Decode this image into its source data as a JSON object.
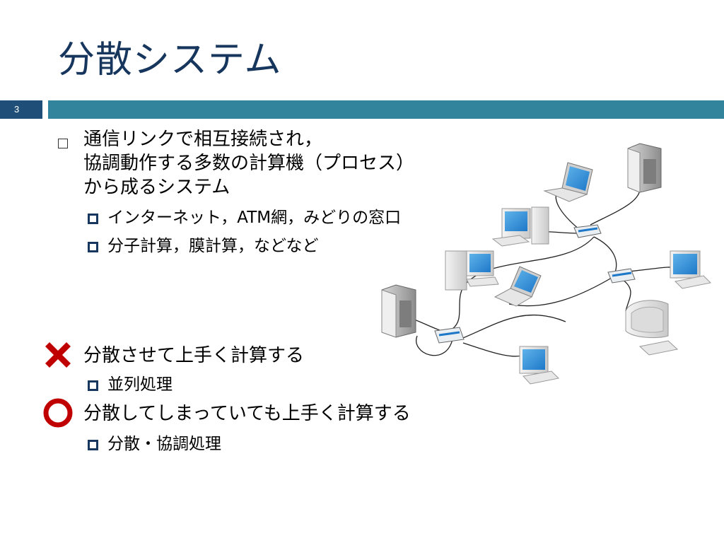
{
  "slide": {
    "title": "分散システム",
    "page_number": "3",
    "bullets": {
      "main1_line1": "通信リンクで相互接続され，",
      "main1_line2": "協調動作する多数の計算機（プロセス）",
      "main1_line3": "から成るシステム",
      "sub1": "インターネット，ATM網，みどりの窓口",
      "sub2": "分子計算，膜計算，などなど",
      "main2": "分散させて上手く計算する",
      "sub3": "並列処理",
      "main3": "分散してしまっていても上手く計算する",
      "sub4": "分散・協調処理"
    }
  },
  "colors": {
    "title": "#17365d",
    "bar_dark": "#1f4e79",
    "bar_main": "#31849b",
    "cross": "#c00000",
    "circle": "#c00000"
  },
  "illustration_icons": [
    "laptop-icon",
    "server-icon",
    "desktop-icon",
    "hub-icon",
    "crt-monitor-icon"
  ]
}
